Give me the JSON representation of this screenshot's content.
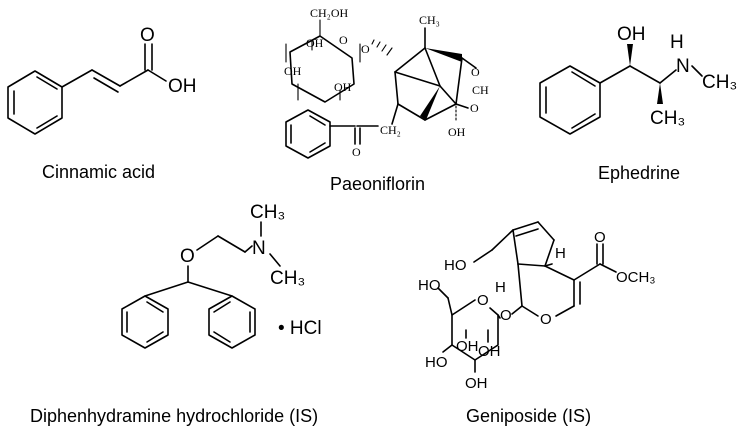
{
  "compounds": [
    {
      "name": "Cinnamic acid",
      "atoms": {
        "oxygen_double": "O",
        "hydroxyl": "OH"
      }
    },
    {
      "name": "Paeoniflorin",
      "atoms": {
        "ch2oh": "CH₂OH",
        "ring_o_sugar": "O",
        "glycosidic_o": "O",
        "oh_1": "OH",
        "oh_2": "OH",
        "oh_3": "OH",
        "methyl": "CH₃",
        "o_top": "O",
        "ch": "CH",
        "o_bottom": "O",
        "oh_cage": "OH",
        "ch2": "CH₂",
        "ketone_o": "O"
      }
    },
    {
      "name": "Ephedrine",
      "atoms": {
        "hydroxyl": "OH",
        "amine": "N",
        "amine_h": "H",
        "n_methyl": "CH₃",
        "c_methyl": "CH₃"
      }
    },
    {
      "name": "Diphenhydramine hydrochloride (IS)",
      "atoms": {
        "ether_o": "O",
        "amine": "N",
        "methyl_top": "CH₃",
        "methyl_right": "CH₃",
        "salt": "• HCl"
      }
    },
    {
      "name": "Geniposide (IS)",
      "atoms": {
        "ho_top": "HO",
        "h_top": "H",
        "ester_o": "O",
        "ester_ome": "OCH₃",
        "h_left": "H",
        "ring_o": "O",
        "glycosidic_o": "O",
        "ho_ch2": "HO",
        "sugar_ring_o": "O",
        "oh_a": "OH",
        "oh_b": "OH",
        "ho_c": "HO",
        "oh_d": "OH"
      }
    }
  ]
}
